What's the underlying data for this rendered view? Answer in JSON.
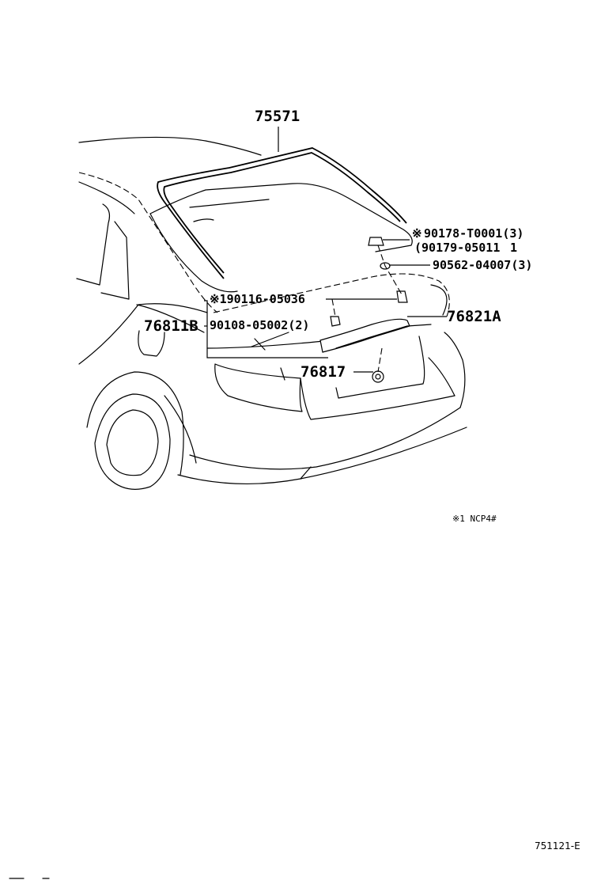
{
  "diagram": {
    "labels": {
      "weatherstrip": "75571",
      "nut_top_mark": "※",
      "nut_top": "90178-T0001(3)",
      "nut_top_alt": "(90179-05011",
      "nut_top_alt_suffix": "1",
      "washer": "90562-04007(3)",
      "bolt_note": "※190116-05036",
      "garnish_b": "76811B",
      "screw": "90108-05002(2)",
      "garnish_a": "76821A",
      "clip": "76817"
    },
    "footnote": "※1 NCP4#",
    "figure_code": "751121-E"
  }
}
